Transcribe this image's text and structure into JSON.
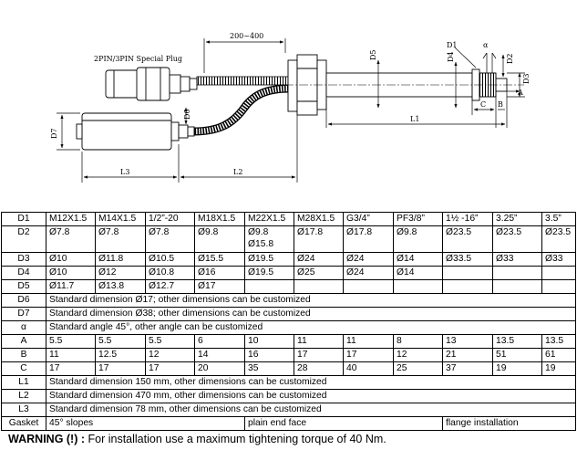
{
  "drawing": {
    "plug_label": "2PIN/3PIN Special Plug",
    "dim_200_400": "200~400",
    "label_D1": "D1",
    "label_alpha": "α",
    "label_D4": "D4",
    "label_D5": "D5",
    "label_D2": "D2",
    "label_D3": "D3",
    "label_A": "A",
    "label_B": "B",
    "label_C": "C",
    "label_L1": "L1",
    "label_D6": "D6",
    "label_D7": "D7",
    "label_L3": "L3",
    "label_L2": "L2"
  },
  "table": {
    "rows": [
      {
        "h": "D1",
        "c": [
          {
            "t": "M12X1.5"
          },
          {
            "t": "M14X1.5"
          },
          {
            "t": "1/2”-20"
          },
          {
            "t": "M18X1.5"
          },
          {
            "t": "M22X1.5"
          },
          {
            "t": "M28X1.5"
          },
          {
            "t": "G3/4”"
          },
          {
            "t": "PF3/8”"
          },
          {
            "t": "1½ -16”"
          },
          {
            "t": "3.25”"
          },
          {
            "t": "3.5”"
          }
        ]
      },
      {
        "h": "D2",
        "c": [
          {
            "t": "Ø7.8"
          },
          {
            "t": "Ø7.8"
          },
          {
            "t": "Ø7.8"
          },
          {
            "t": "Ø9.8"
          },
          {
            "t": "Ø9.8",
            "t2": "Ø15.8"
          },
          {
            "t": "Ø17.8"
          },
          {
            "t": "Ø17.8"
          },
          {
            "t": "Ø9.8"
          },
          {
            "t": "Ø23.5"
          },
          {
            "t": "Ø23.5"
          },
          {
            "t": "Ø23.5"
          }
        ]
      },
      {
        "h": "D3",
        "c": [
          {
            "t": "Ø10"
          },
          {
            "t": "Ø11.8"
          },
          {
            "t": "Ø10.5"
          },
          {
            "t": "Ø15.5"
          },
          {
            "t": "Ø19.5"
          },
          {
            "t": "Ø24"
          },
          {
            "t": "Ø24"
          },
          {
            "t": "Ø14"
          },
          {
            "t": "Ø33.5"
          },
          {
            "t": "Ø33"
          },
          {
            "t": "Ø33"
          }
        ]
      },
      {
        "h": "D4",
        "c": [
          {
            "t": "Ø10"
          },
          {
            "t": "Ø12"
          },
          {
            "t": "Ø10.8"
          },
          {
            "t": "Ø16"
          },
          {
            "t": "Ø19.5"
          },
          {
            "t": "Ø25"
          },
          {
            "t": "Ø24"
          },
          {
            "t": "Ø14"
          },
          {
            "t": ""
          },
          {
            "t": ""
          },
          {
            "t": ""
          }
        ]
      },
      {
        "h": "D5",
        "c": [
          {
            "t": "Ø11.7"
          },
          {
            "t": "Ø13.8"
          },
          {
            "t": "Ø12.7"
          },
          {
            "t": "Ø17"
          },
          {
            "t": ""
          },
          {
            "t": ""
          },
          {
            "t": ""
          },
          {
            "t": ""
          },
          {
            "t": ""
          },
          {
            "t": ""
          },
          {
            "t": ""
          }
        ]
      },
      {
        "h": "D6",
        "c": [
          {
            "t": "Standard dimension Ø17; other dimensions can be customized",
            "span": 11
          }
        ]
      },
      {
        "h": "D7",
        "c": [
          {
            "t": "Standard dimension Ø38; other dimensions can be customized",
            "span": 11
          }
        ]
      },
      {
        "h": "α",
        "c": [
          {
            "t": "Standard angle 45°, other angle can be customized",
            "span": 11
          }
        ]
      },
      {
        "h": "A",
        "c": [
          {
            "t": "5.5"
          },
          {
            "t": "5.5"
          },
          {
            "t": "5.5"
          },
          {
            "t": "6"
          },
          {
            "t": "10"
          },
          {
            "t": "11"
          },
          {
            "t": "11"
          },
          {
            "t": "8"
          },
          {
            "t": "13"
          },
          {
            "t": "13.5"
          },
          {
            "t": "13.5"
          }
        ]
      },
      {
        "h": "B",
        "c": [
          {
            "t": "11"
          },
          {
            "t": "12.5"
          },
          {
            "t": "12"
          },
          {
            "t": "14"
          },
          {
            "t": "16"
          },
          {
            "t": "17"
          },
          {
            "t": "17"
          },
          {
            "t": "12"
          },
          {
            "t": "21"
          },
          {
            "t": "51"
          },
          {
            "t": "61"
          }
        ]
      },
      {
        "h": "C",
        "c": [
          {
            "t": "17"
          },
          {
            "t": "17"
          },
          {
            "t": "17"
          },
          {
            "t": "20"
          },
          {
            "t": "35"
          },
          {
            "t": "28"
          },
          {
            "t": "40"
          },
          {
            "t": "25"
          },
          {
            "t": "37"
          },
          {
            "t": "19"
          },
          {
            "t": "19"
          }
        ]
      },
      {
        "h": "L1",
        "c": [
          {
            "t": "Standard dimension 150 mm, other dimensions can be customized",
            "span": 11
          }
        ]
      },
      {
        "h": "L2",
        "c": [
          {
            "t": "Standard dimension 470 mm, other dimensions can be customized",
            "span": 11
          }
        ]
      },
      {
        "h": "L3",
        "c": [
          {
            "t": "Standard dimension 78 mm, other dimensions can be customized",
            "span": 11
          }
        ]
      },
      {
        "h": "Gasket",
        "c": [
          {
            "t": "45° slopes",
            "span": 4
          },
          {
            "t": "plain end face",
            "span": 4
          },
          {
            "t": "flange installation",
            "span": 3
          }
        ]
      }
    ]
  },
  "warning": {
    "label": "WARNING (!) :",
    "text": " For installation use a maximum tightening torque of 40 Nm."
  }
}
